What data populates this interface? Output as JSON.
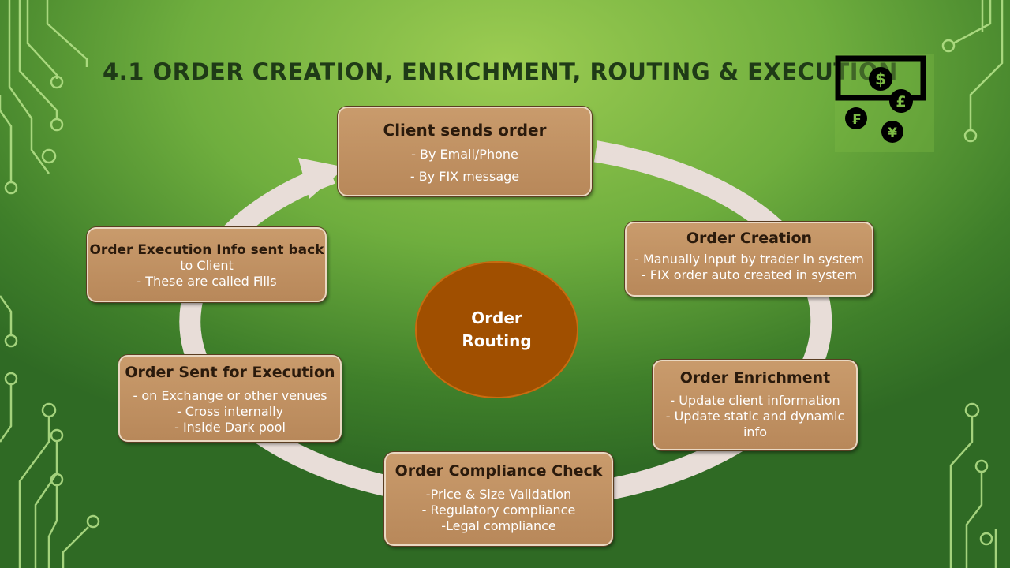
{
  "slide": {
    "title": "4.1 ORDER CREATION, ENRICHMENT, ROUTING & EXECUTION"
  },
  "center": {
    "label": "Order Routing"
  },
  "steps": [
    {
      "title": "Client sends order",
      "lines": [
        "- By Email/Phone",
        "- By FIX message"
      ]
    },
    {
      "title": "Order Creation",
      "lines": [
        "- Manually input by trader in system",
        "- FIX order auto created in system"
      ]
    },
    {
      "title": "Order Enrichment",
      "lines": [
        "- Update client information",
        "- Update static and dynamic",
        "info"
      ]
    },
    {
      "title": "Order Compliance Check",
      "lines": [
        "-Price & Size Validation",
        "- Regulatory compliance",
        "-Legal compliance"
      ]
    },
    {
      "title": "Order Sent for Execution",
      "lines": [
        "- on Exchange or other venues",
        "- Cross internally",
        "- Inside Dark pool"
      ]
    },
    {
      "title": "Order Execution Info sent back",
      "lines": [
        "to Client",
        "- These are called Fills"
      ]
    }
  ],
  "logo": {
    "icon": "currency-exchange-icon",
    "symbols": [
      "$",
      "£",
      "₣",
      "¥"
    ]
  },
  "colors": {
    "box_fill": "#c29467",
    "center_fill": "#a04f00",
    "ring": "#e8ddd8",
    "title": "#1f3a17",
    "circuit": "#b8e68a"
  }
}
